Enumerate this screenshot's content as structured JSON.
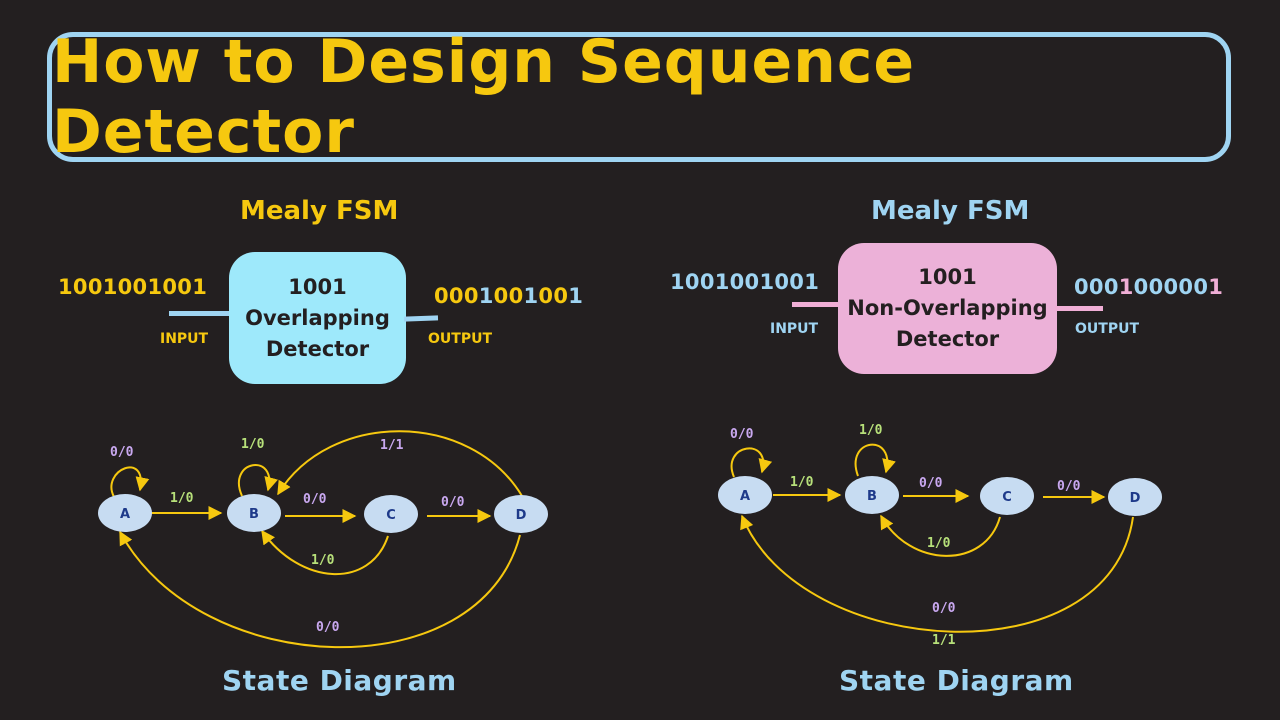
{
  "title": "How to Design Sequence Detector",
  "left": {
    "fsm_label": "Mealy FSM",
    "input_bits": "1001001001",
    "input_label": "INPUT",
    "block_lines": [
      "1001",
      "Overlapping",
      "Detector"
    ],
    "output_bits": [
      {
        "text": "000",
        "color": "#f6c80f"
      },
      {
        "text": "1",
        "color": "#9fd4f2"
      },
      {
        "text": "00",
        "color": "#f6c80f"
      },
      {
        "text": "1",
        "color": "#9fd4f2"
      },
      {
        "text": "00",
        "color": "#f6c80f"
      },
      {
        "text": "1",
        "color": "#9fd4f2"
      }
    ],
    "output_label": "OUTPUT",
    "caption": "State Diagram",
    "states": [
      "A",
      "B",
      "C",
      "D"
    ],
    "edge_labels": {
      "a_self": "0/0",
      "a_b": "1/0",
      "b_self": "1/0",
      "b_c": "0/0",
      "c_d": "0/0",
      "c_b": "1/0",
      "d_b": "1/1",
      "d_a": "0/0"
    }
  },
  "right": {
    "fsm_label": "Mealy FSM",
    "input_bits": "1001001001",
    "input_label": "INPUT",
    "block_lines": [
      "1001",
      "Non-Overlapping",
      "Detector"
    ],
    "output_bits": [
      {
        "text": "000",
        "color": "#9fd4f2"
      },
      {
        "text": "1",
        "color": "#f0aed6"
      },
      {
        "text": "00000",
        "color": "#9fd4f2"
      },
      {
        "text": "1",
        "color": "#f0aed6"
      }
    ],
    "output_label": "OUTPUT",
    "caption": "State Diagram",
    "states": [
      "A",
      "B",
      "C",
      "D"
    ],
    "edge_labels": {
      "a_self": "0/0",
      "a_b": "1/0",
      "b_self": "1/0",
      "b_c": "0/0",
      "c_d": "0/0",
      "c_b": "1/0",
      "d_a_0": "0/0",
      "d_a_1": "1/1"
    }
  },
  "colors": {
    "yellow": "#f6c80f",
    "light_blue": "#9fd4f2",
    "pink": "#f0aed6",
    "cyan_block": "#9ee9fb",
    "pink_block": "#ecb1d8",
    "state_fill": "#c7dcf2",
    "label_purple": "#c9a8f0",
    "label_green": "#b7e07a"
  }
}
